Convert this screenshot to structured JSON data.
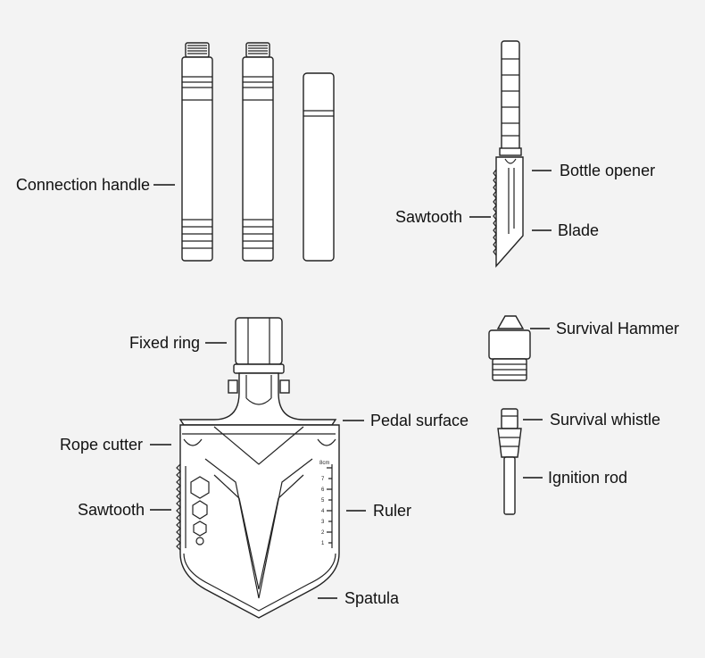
{
  "labels": {
    "connection_handle": "Connection handle",
    "bottle_opener": "Bottle opener",
    "sawtooth_top": "Sawtooth",
    "blade": "Blade",
    "fixed_ring": "Fixed ring",
    "survival_hammer": "Survival Hammer",
    "pedal_surface": "Pedal surface",
    "survival_whistle": "Survival whistle",
    "rope_cutter": "Rope cutter",
    "ignition_rod": "Ignition rod",
    "sawtooth_shovel": "Sawtooth",
    "ruler": "Ruler",
    "spatula": "Spatula"
  },
  "ruler_unit": "8cm",
  "ruler_marks": [
    "1",
    "2",
    "3",
    "4",
    "5",
    "6",
    "7"
  ]
}
